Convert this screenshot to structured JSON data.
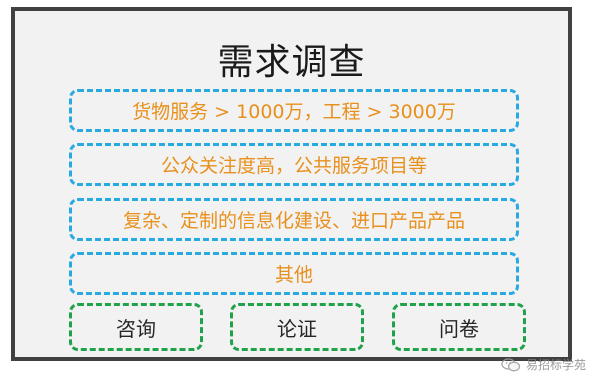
{
  "diagram": {
    "title": "需求调查",
    "categories": [
      {
        "label": "货物服务 > 1000万，工程 > 3000万"
      },
      {
        "label": "公众关注度高，公共服务项目等"
      },
      {
        "label": "复杂、定制的信息化建设、进口产品产品"
      },
      {
        "label": "其他"
      }
    ],
    "methods": [
      {
        "label": "咨询"
      },
      {
        "label": "论证"
      },
      {
        "label": "问卷"
      }
    ],
    "colors": {
      "frame_border": "#404040",
      "frame_fill": "#f2f2f2",
      "category_border": "#29a9e1",
      "category_text": "#e8901c",
      "method_border": "#1fa24a",
      "method_text": "#262626"
    }
  },
  "watermark": {
    "icon": "wechat-icon",
    "text": "易招标学苑"
  }
}
